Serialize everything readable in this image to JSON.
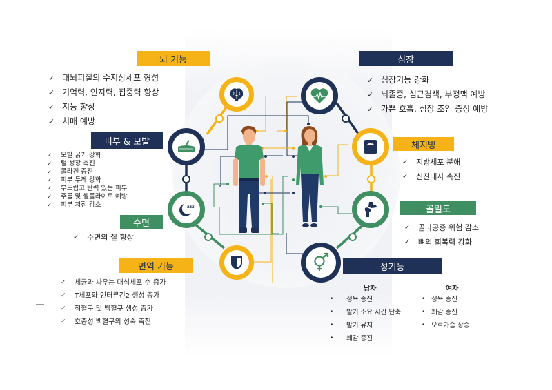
{
  "colors": {
    "yellow": "#f5b317",
    "navy": "#1f3156",
    "green": "#3f8f63",
    "skin": "#f2b48a"
  },
  "brain": {
    "title": "뇌 기능",
    "icon": "brain-icon",
    "items": [
      "대뇌피질의 수지상세포 형성",
      "기억력, 인지력, 집중력 향상",
      "지능 향상",
      "치매 예방"
    ]
  },
  "skin_hair": {
    "title": "피부 & 모발",
    "icon": "skin-hair-icon",
    "items": [
      "모발 굵기 강화",
      "털 성장 촉진",
      "콜라겐 증진",
      "피부 두께 강화",
      "부드럽고 탄력 있는 피부",
      "주름 및 셀룰라이트 예방",
      "피부 처짐 감소"
    ]
  },
  "sleep": {
    "title": "수면",
    "icon": "moon-sleep-icon",
    "items": [
      "수면의 질 향상"
    ]
  },
  "immune": {
    "title": "면역 기능",
    "icon": "shield-icon",
    "items": [
      "세균과 싸우는 대식세포 수 증가",
      "T세포와 인터류킨2 생성 증가",
      "적혈구 및 백혈구 생성 증가",
      "호중성 백혈구의 성숙 촉진"
    ]
  },
  "heart": {
    "title": "심장",
    "icon": "heart-pulse-icon",
    "items": [
      "심장기능 강화",
      "뇌졸중, 심근경색, 부정맥 예방",
      "가쁜 호흡, 심장 조임 증상 예방"
    ]
  },
  "body_fat": {
    "title": "체지방",
    "icon": "scale-icon",
    "items": [
      "지방세포 분해",
      "신진대사 촉진"
    ]
  },
  "bone": {
    "title": "골밀도",
    "icon": "knee-joint-icon",
    "items": [
      "골다공증 위험 감소",
      "뼈의 회복력 강화"
    ]
  },
  "sexual": {
    "title": "성기능",
    "icon": "gender-symbol-icon",
    "male": {
      "heading": "남자",
      "items": [
        "성욕 증진",
        "발기 소요 시간 단축",
        "발기 유지",
        "쾌감 증진"
      ]
    },
    "female": {
      "heading": "여자",
      "items": [
        "성욕 증진",
        "쾌감 증진",
        "오르가슴 상승"
      ]
    }
  },
  "figures": {
    "male": "male-figure",
    "female": "female-figure"
  }
}
